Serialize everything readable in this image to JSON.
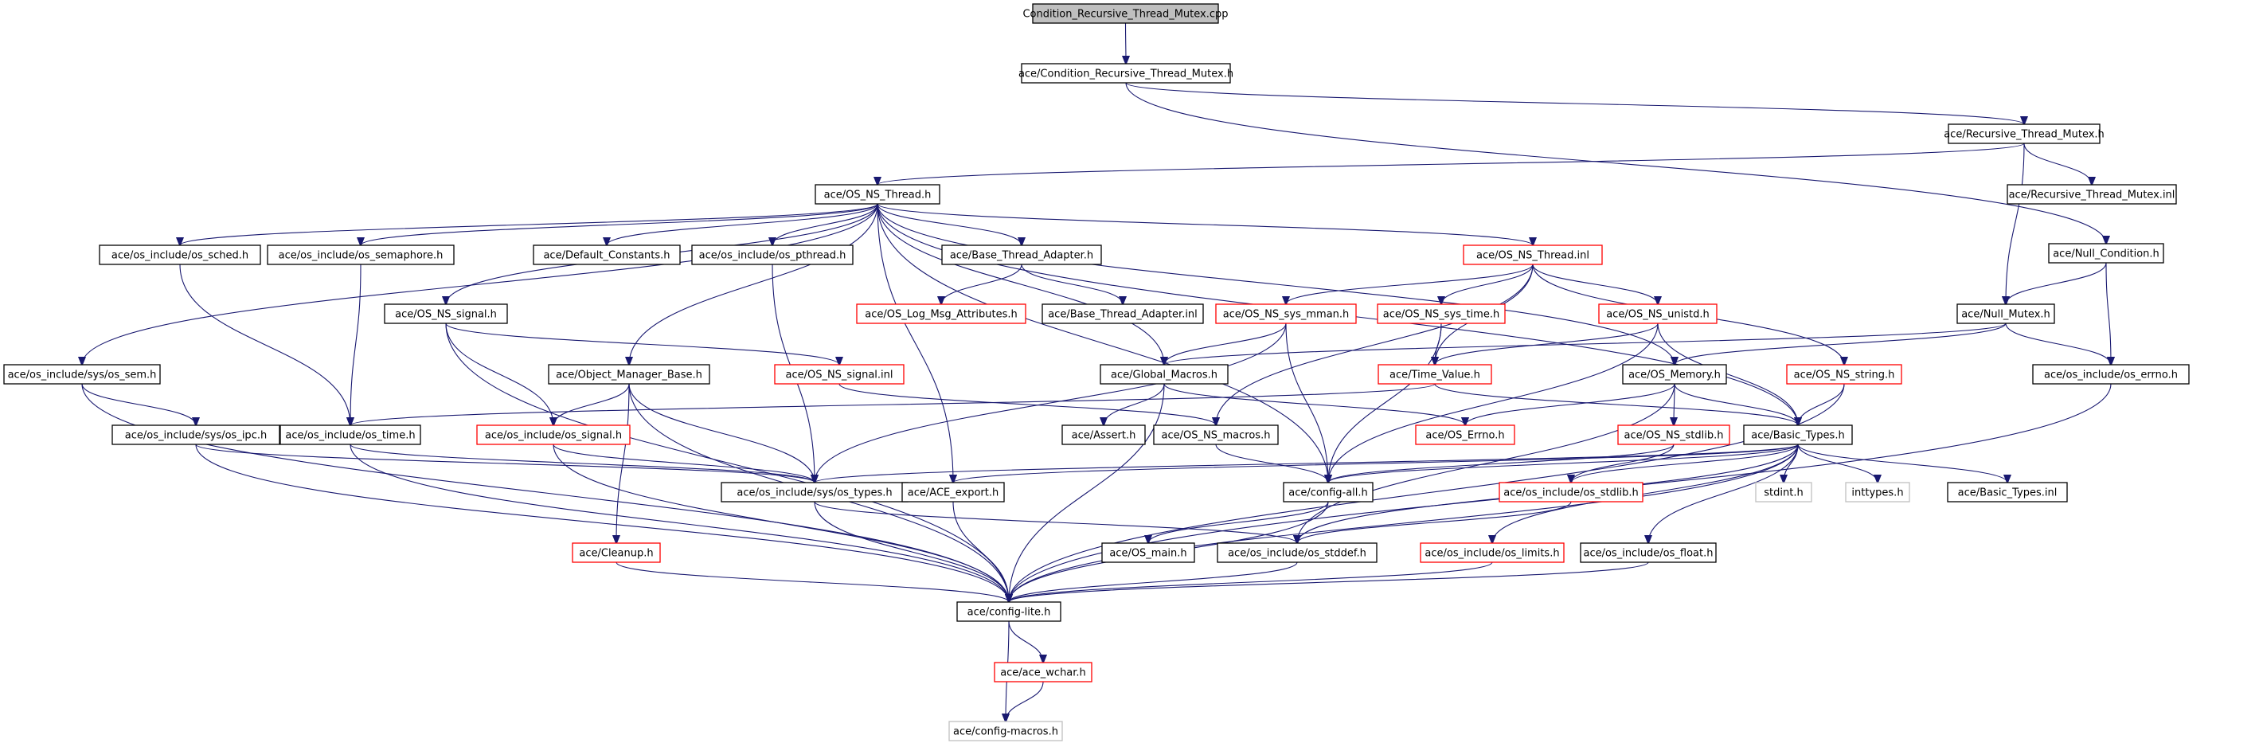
{
  "colors": {
    "edge": "#191970",
    "node_fill": "#ffffff",
    "root_fill": "#bfbfbf",
    "border_documented": "#000000",
    "border_truncated": "#ff0000",
    "border_external": "#bfbfbf"
  },
  "nodes": [
    {
      "id": "root",
      "label": "Condition_Recursive_Thread_Mutex.cpp",
      "kind": "root"
    },
    {
      "id": "crtm_h",
      "label": "ace/Condition_Recursive_Thread_Mutex.h",
      "kind": "documented"
    },
    {
      "id": "rtm_h",
      "label": "ace/Recursive_Thread_Mutex.h",
      "kind": "documented"
    },
    {
      "id": "rtm_inl",
      "label": "ace/Recursive_Thread_Mutex.inl",
      "kind": "documented"
    },
    {
      "id": "null_cond",
      "label": "ace/Null_Condition.h",
      "kind": "documented"
    },
    {
      "id": "os_ns_thread",
      "label": "ace/OS_NS_Thread.h",
      "kind": "documented"
    },
    {
      "id": "sched",
      "label": "ace/os_include/os_sched.h",
      "kind": "documented"
    },
    {
      "id": "semaphore",
      "label": "ace/os_include/os_semaphore.h",
      "kind": "documented"
    },
    {
      "id": "default_const",
      "label": "ace/Default_Constants.h",
      "kind": "documented"
    },
    {
      "id": "pthread",
      "label": "ace/os_include/os_pthread.h",
      "kind": "documented"
    },
    {
      "id": "bta_h",
      "label": "ace/Base_Thread_Adapter.h",
      "kind": "documented"
    },
    {
      "id": "os_ns_thread_inl",
      "label": "ace/OS_NS_Thread.inl",
      "kind": "truncated"
    },
    {
      "id": "null_mutex",
      "label": "ace/Null_Mutex.h",
      "kind": "documented"
    },
    {
      "id": "os_ns_signal_h",
      "label": "ace/OS_NS_signal.h",
      "kind": "documented"
    },
    {
      "id": "log_msg_attr",
      "label": "ace/OS_Log_Msg_Attributes.h",
      "kind": "truncated"
    },
    {
      "id": "bta_inl",
      "label": "ace/Base_Thread_Adapter.inl",
      "kind": "documented"
    },
    {
      "id": "sys_mman",
      "label": "ace/OS_NS_sys_mman.h",
      "kind": "truncated"
    },
    {
      "id": "sys_time",
      "label": "ace/OS_NS_sys_time.h",
      "kind": "truncated"
    },
    {
      "id": "unistd",
      "label": "ace/OS_NS_unistd.h",
      "kind": "truncated"
    },
    {
      "id": "sys_sem",
      "label": "ace/os_include/sys/os_sem.h",
      "kind": "documented"
    },
    {
      "id": "omb",
      "label": "ace/Object_Manager_Base.h",
      "kind": "documented"
    },
    {
      "id": "os_ns_signal_inl",
      "label": "ace/OS_NS_signal.inl",
      "kind": "truncated"
    },
    {
      "id": "global_macros",
      "label": "ace/Global_Macros.h",
      "kind": "documented"
    },
    {
      "id": "time_value",
      "label": "ace/Time_Value.h",
      "kind": "truncated"
    },
    {
      "id": "os_memory",
      "label": "ace/OS_Memory.h",
      "kind": "documented"
    },
    {
      "id": "os_ns_string",
      "label": "ace/OS_NS_string.h",
      "kind": "truncated"
    },
    {
      "id": "os_errno",
      "label": "ace/os_include/os_errno.h",
      "kind": "documented"
    },
    {
      "id": "sys_ipc",
      "label": "ace/os_include/sys/os_ipc.h",
      "kind": "documented"
    },
    {
      "id": "os_time",
      "label": "ace/os_include/os_time.h",
      "kind": "documented"
    },
    {
      "id": "os_signal",
      "label": "ace/os_include/os_signal.h",
      "kind": "truncated"
    },
    {
      "id": "assert",
      "label": "ace/Assert.h",
      "kind": "documented"
    },
    {
      "id": "os_ns_macros",
      "label": "ace/OS_NS_macros.h",
      "kind": "documented"
    },
    {
      "id": "os_errno_ace",
      "label": "ace/OS_Errno.h",
      "kind": "truncated"
    },
    {
      "id": "os_ns_stdlib",
      "label": "ace/OS_NS_stdlib.h",
      "kind": "truncated"
    },
    {
      "id": "basic_types",
      "label": "ace/Basic_Types.h",
      "kind": "documented"
    },
    {
      "id": "sys_types",
      "label": "ace/os_include/sys/os_types.h",
      "kind": "documented"
    },
    {
      "id": "ace_export",
      "label": "ace/ACE_export.h",
      "kind": "documented"
    },
    {
      "id": "config_all",
      "label": "ace/config-all.h",
      "kind": "documented"
    },
    {
      "id": "os_stdlib",
      "label": "ace/os_include/os_stdlib.h",
      "kind": "truncated"
    },
    {
      "id": "stdint",
      "label": "stdint.h",
      "kind": "external"
    },
    {
      "id": "inttypes",
      "label": "inttypes.h",
      "kind": "external"
    },
    {
      "id": "basic_types_inl",
      "label": "ace/Basic_Types.inl",
      "kind": "documented"
    },
    {
      "id": "cleanup",
      "label": "ace/Cleanup.h",
      "kind": "truncated"
    },
    {
      "id": "os_main",
      "label": "ace/OS_main.h",
      "kind": "documented"
    },
    {
      "id": "os_stddef",
      "label": "ace/os_include/os_stddef.h",
      "kind": "documented"
    },
    {
      "id": "os_limits",
      "label": "ace/os_include/os_limits.h",
      "kind": "truncated"
    },
    {
      "id": "os_float",
      "label": "ace/os_include/os_float.h",
      "kind": "documented"
    },
    {
      "id": "config_lite",
      "label": "ace/config-lite.h",
      "kind": "documented"
    },
    {
      "id": "ace_wchar",
      "label": "ace/ace_wchar.h",
      "kind": "truncated"
    },
    {
      "id": "config_macros",
      "label": "ace/config-macros.h",
      "kind": "external"
    }
  ]
}
